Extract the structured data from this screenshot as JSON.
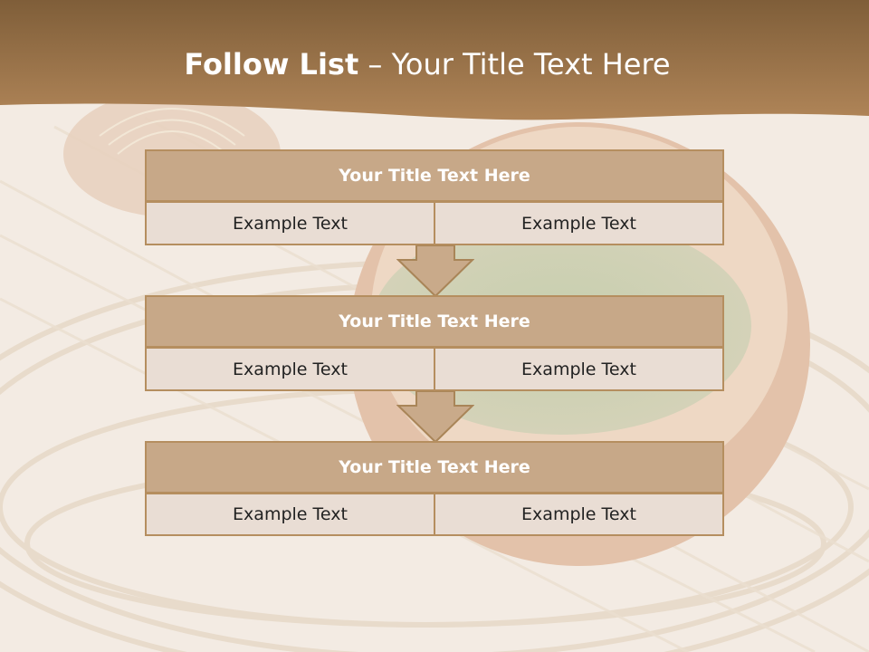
{
  "slide": {
    "title_bold": "Follow List",
    "title_separator": " – ",
    "title_rest": "Your Title Text Here"
  },
  "blocks": [
    {
      "title": "Your Title Text Here",
      "left_text": "Example Text",
      "right_text": "Example Text"
    },
    {
      "title": "Your Title Text Here",
      "left_text": "Example Text",
      "right_text": "Example Text"
    },
    {
      "title": "Your Title Text Here",
      "left_text": "Example Text",
      "right_text": "Example Text"
    }
  ],
  "colors": {
    "header_band": "#a77f53",
    "block_title_fill": "#c7a888",
    "cell_fill": "#e9ddd4",
    "border": "#b58e5f",
    "arrow_fill": "#c9aa8a"
  }
}
